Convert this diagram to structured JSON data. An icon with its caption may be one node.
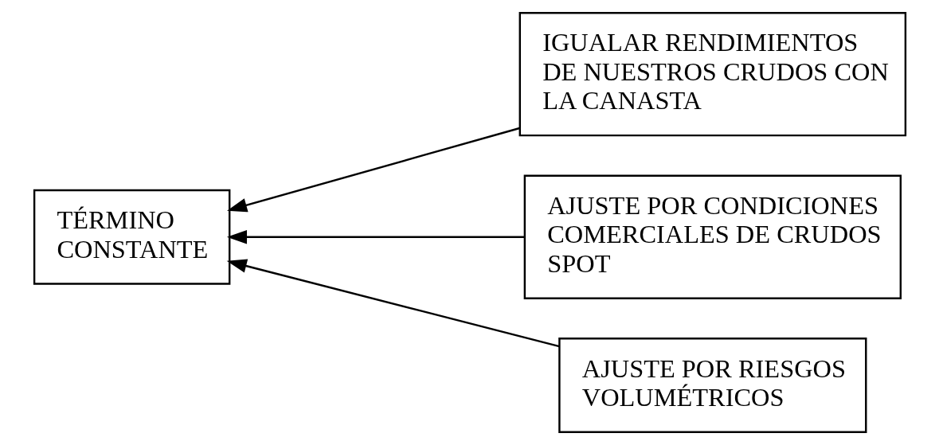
{
  "diagram": {
    "nodes": [
      {
        "text": [
          "TÉRMINO CONSTANTE"
        ]
      },
      {
        "text": [
          "IGUALAR RENDIMIENTOS DE NUESTROS CRUDOS CON LA CANASTA"
        ]
      },
      {
        "text": [
          "AJUSTE POR CONDICIONES COMERCIALES DE CRUDOS SPOT"
        ]
      },
      {
        "text": [
          "AJUSTE POR RIESGOS VOLUMÉTRICOS"
        ]
      }
    ],
    "edges": [
      {
        "from": 1,
        "to": 0,
        "arrow": "to"
      },
      {
        "from": 2,
        "to": 0,
        "arrow": "to"
      },
      {
        "from": 3,
        "to": 0,
        "arrow": "to"
      }
    ]
  }
}
